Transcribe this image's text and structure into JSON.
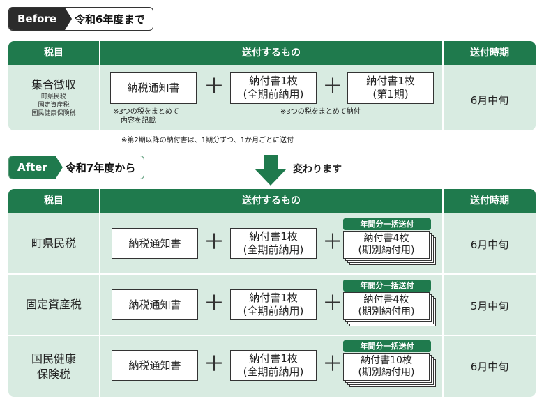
{
  "before": {
    "tag_en": "Before",
    "tag_jp": "令和6年度まで",
    "headers": {
      "tax": "税目",
      "items": "送付するもの",
      "timing": "送付時期"
    },
    "row": {
      "tax": "集合徴収",
      "tax_sub": [
        "町県民税",
        "固定資産税",
        "国民健康保険税"
      ],
      "box1": "納税通知書",
      "box2": [
        "納付書1枚",
        "(全期前納用)"
      ],
      "box3": [
        "納付書1枚",
        "(第1期)"
      ],
      "note1": [
        "※3つの税をまとめて",
        "内容を記載"
      ],
      "note2": "※3つの税をまとめて納付",
      "timing": "6月中旬"
    },
    "footnote": "※第2期以降の納付書は、1期分ずつ、1か月ごとに送付"
  },
  "arrow_label": "変わります",
  "after": {
    "tag_en": "After",
    "tag_jp": "令和7年度から",
    "headers": {
      "tax": "税目",
      "items": "送付するもの",
      "timing": "送付時期"
    },
    "badge": "年間分一括送付",
    "rows": [
      {
        "tax": [
          "町県民税"
        ],
        "box1": "納税通知書",
        "box2": [
          "納付書1枚",
          "(全期前納用)"
        ],
        "box3": [
          "納付書4枚",
          "(期別納付用)"
        ],
        "timing": "6月中旬"
      },
      {
        "tax": [
          "固定資産税"
        ],
        "box1": "納税通知書",
        "box2": [
          "納付書1枚",
          "(全期前納用)"
        ],
        "box3": [
          "納付書4枚",
          "(期別納付用)"
        ],
        "timing": "5月中旬"
      },
      {
        "tax": [
          "国民健康",
          "保険税"
        ],
        "box1": "納税通知書",
        "box2": [
          "納付書1枚",
          "(全期前納用)"
        ],
        "box3": [
          "納付書10枚",
          "(期別納付用)"
        ],
        "timing": "6月中旬"
      }
    ]
  },
  "colors": {
    "green": "#1f7a4d",
    "light_green": "#d8ebe1",
    "dark": "#2b2b2b"
  }
}
